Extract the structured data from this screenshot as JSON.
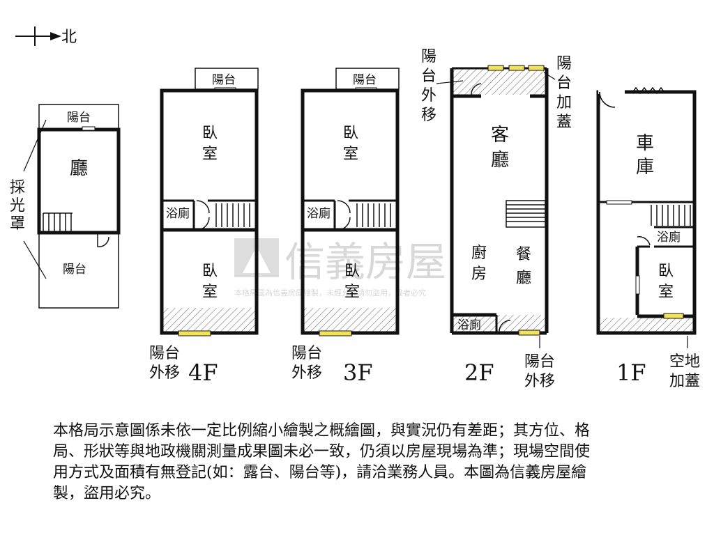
{
  "north_label": "北",
  "watermark": {
    "brand": "信義房屋",
    "notice": "本格局圖為信義房屋繪製，未經允許請勿盜用，違者必究"
  },
  "roof": {
    "balcony_top": "陽台",
    "hall": "廳",
    "skylight": "採光罩",
    "balcony_bottom": "陽台"
  },
  "floor4": {
    "label": "4F",
    "balcony": "陽台",
    "bedroom_front": "臥室",
    "bath": "浴廁",
    "bedroom_back": "臥室",
    "balcony_extend": "陽台外移"
  },
  "floor3": {
    "label": "3F",
    "balcony": "陽台",
    "bedroom_front": "臥室",
    "bath": "浴廁",
    "bedroom_back": "臥室",
    "balcony_extend": "陽台外移"
  },
  "floor2": {
    "label": "2F",
    "balcony_extend_top": "陽台外移",
    "balcony_cover": "陽台加蓋",
    "living": "客廳",
    "kitchen": "廚房",
    "dining": "餐廳",
    "bath": "浴廁",
    "balcony_extend_bottom": "陽台外移"
  },
  "floor1": {
    "label": "1F",
    "garage": "車庫",
    "bath": "浴廁",
    "bedroom": "臥室",
    "open_space_cover": "空地加蓋"
  },
  "disclaimer": [
    "本格局示意圖係未依一定比例縮小繪製之概繪圖，與實況仍有差距；其方位、格",
    "局、形狀等與地政機關測量成果圖未必一致，仍須以房屋現場為準；現場空間使",
    "用方式及面積有無登記(如：露台、陽台等)，請洽業務人員。本圖為信義房屋繪",
    "製，盜用必究。"
  ]
}
